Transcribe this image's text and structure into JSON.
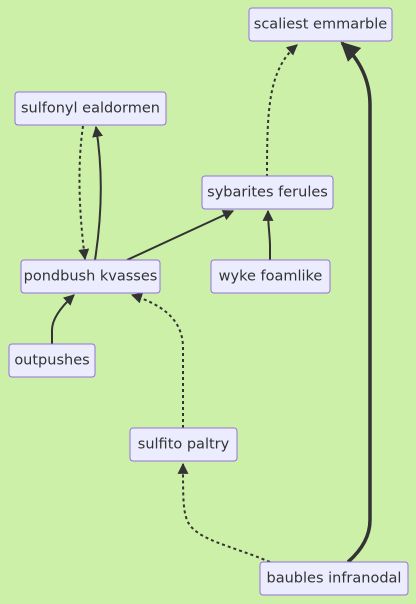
{
  "diagram": {
    "nodes": [
      {
        "id": "scaliest",
        "label": "scaliest emmarble"
      },
      {
        "id": "sulfonyl",
        "label": "sulfonyl ealdormen"
      },
      {
        "id": "sybarites",
        "label": "sybarites ferules"
      },
      {
        "id": "pondbush",
        "label": "pondbush kvasses"
      },
      {
        "id": "wyke",
        "label": "wyke foamlike"
      },
      {
        "id": "outpushes",
        "label": "outpushes"
      },
      {
        "id": "sulfito",
        "label": "sulfito paltry"
      },
      {
        "id": "baubles",
        "label": "baubles infranodal"
      }
    ],
    "edges": [
      {
        "from": "sybarites",
        "to": "scaliest",
        "style": "dotted"
      },
      {
        "from": "baubles",
        "to": "scaliest",
        "style": "thick"
      },
      {
        "from": "sulfonyl",
        "to": "pondbush",
        "style": "dotted"
      },
      {
        "from": "pondbush",
        "to": "sulfonyl",
        "style": "solid"
      },
      {
        "from": "pondbush",
        "to": "sybarites",
        "style": "solid"
      },
      {
        "from": "wyke",
        "to": "sybarites",
        "style": "solid"
      },
      {
        "from": "outpushes",
        "to": "pondbush",
        "style": "solid"
      },
      {
        "from": "sulfito",
        "to": "pondbush",
        "style": "dotted"
      },
      {
        "from": "baubles",
        "to": "sulfito",
        "style": "dotted"
      }
    ]
  }
}
